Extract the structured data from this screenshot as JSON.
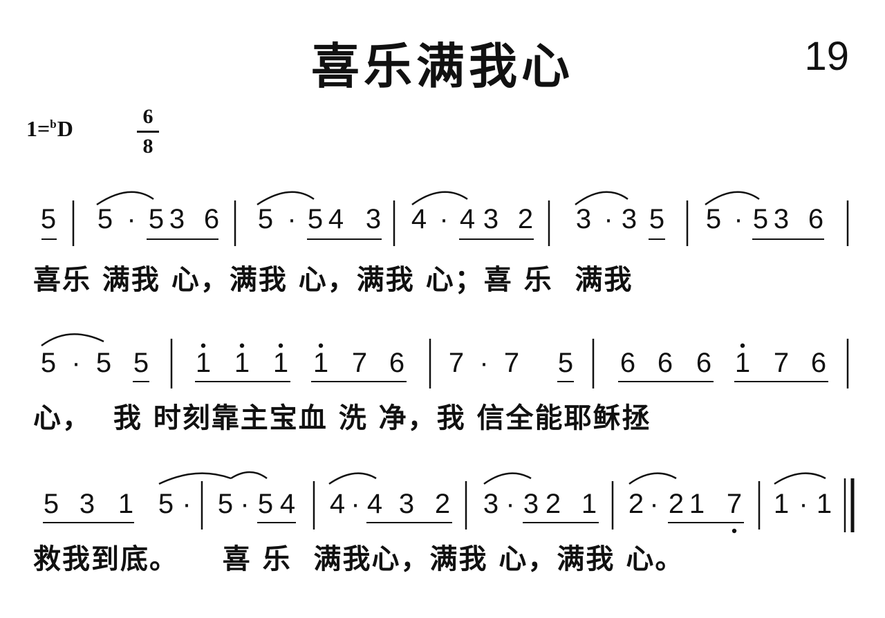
{
  "header": {
    "title": "喜乐满我心",
    "page_number": "19",
    "key_prefix": "1=",
    "key_flat": "b",
    "key_note": "D",
    "meter_top": "6",
    "meter_bottom": "8"
  },
  "systems": [
    {
      "notes": [
        "5",
        "5",
        "·",
        "5",
        "3",
        "6",
        "5",
        "·",
        "5",
        "4",
        "3",
        "4",
        "·",
        "4",
        "3",
        "2",
        "3",
        "·",
        "3",
        "5",
        "5",
        "·",
        "5",
        "3",
        "6"
      ],
      "lyrics": "喜乐 满我 心，满我 心，满我 心；喜 乐  满我"
    },
    {
      "notes": [
        "5",
        "·",
        "5",
        "5",
        "i",
        "i",
        "i",
        "i",
        "7",
        "6",
        "7",
        "·",
        "7",
        "5",
        "6",
        "6",
        "6",
        "i",
        "7",
        "6"
      ],
      "lyrics": "心，  我 时刻靠主宝血 洗 净，我 信全能耶稣拯"
    },
    {
      "notes": [
        "5",
        "3",
        "1",
        "5",
        "·",
        "5",
        "·",
        "5",
        "4",
        "4",
        "·",
        "4",
        "3",
        "2",
        "3",
        "·",
        "3",
        "2",
        "1",
        "2",
        "·",
        "2",
        "1",
        "7",
        "1",
        "·",
        "1"
      ],
      "lyrics": "救我到底。    喜 乐  满我心，满我 心，满我 心。"
    }
  ]
}
